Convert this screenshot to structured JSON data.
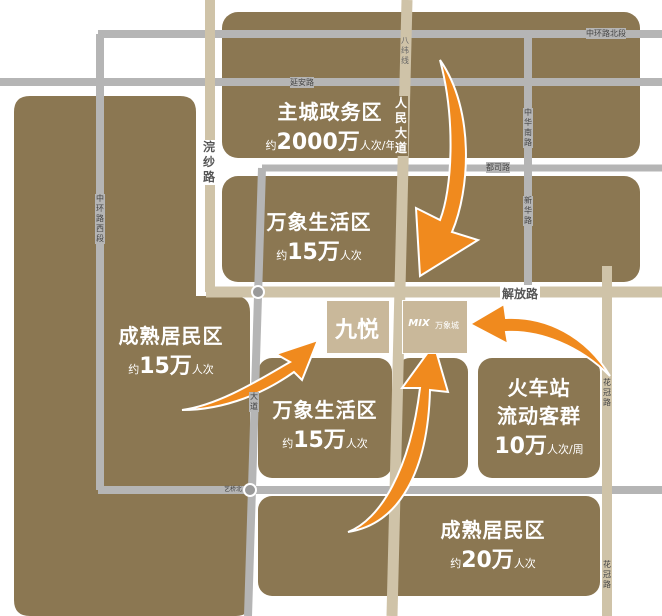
{
  "zones": {
    "main_city": {
      "title": "主城政务区",
      "prefix": "约",
      "number": "2000万",
      "unit": "人次/年"
    },
    "wanxiang_top": {
      "title": "万象生活区",
      "prefix": "约",
      "number": "15万",
      "unit": "人次"
    },
    "mature_left": {
      "title": "成熟居民区",
      "prefix": "约",
      "number": "15万",
      "unit": "人次"
    },
    "wanxiang_bottom": {
      "title": "万象生活区",
      "prefix": "约",
      "number": "15万",
      "unit": "人次"
    },
    "station": {
      "title1": "火车站",
      "title2": "流动客群",
      "number": "10万",
      "unit": "人次/周"
    },
    "mature_bottom": {
      "title": "成熟居民区",
      "prefix": "约",
      "number": "20万",
      "unit": "人次"
    }
  },
  "roads": {
    "yanan": "延安路",
    "zhonghuan_north": "中环路北段",
    "bayi": "八纬线",
    "renmin": "人民大道",
    "duisi": "都司路",
    "zhonghua_south": "中华南路",
    "xinhua": "新华路",
    "jiefang": "解放路",
    "huansha": "浣纱路",
    "zhonghuan_west": "中环路西段",
    "huaguan": "花冠路",
    "huaguan2": "花冠路",
    "dadao_lower": "大道",
    "yiqiao": "艺桥北"
  },
  "projects": {
    "jiuyue": "九悦",
    "mix_logo": "MIX",
    "mix_name": "万象城"
  },
  "colors": {
    "zone": "#8b7752",
    "road": "#b5b5b5",
    "road_vertical": "#cfc3a8",
    "arrow": "#f08a1e",
    "project_tile": "#c9b89a"
  }
}
